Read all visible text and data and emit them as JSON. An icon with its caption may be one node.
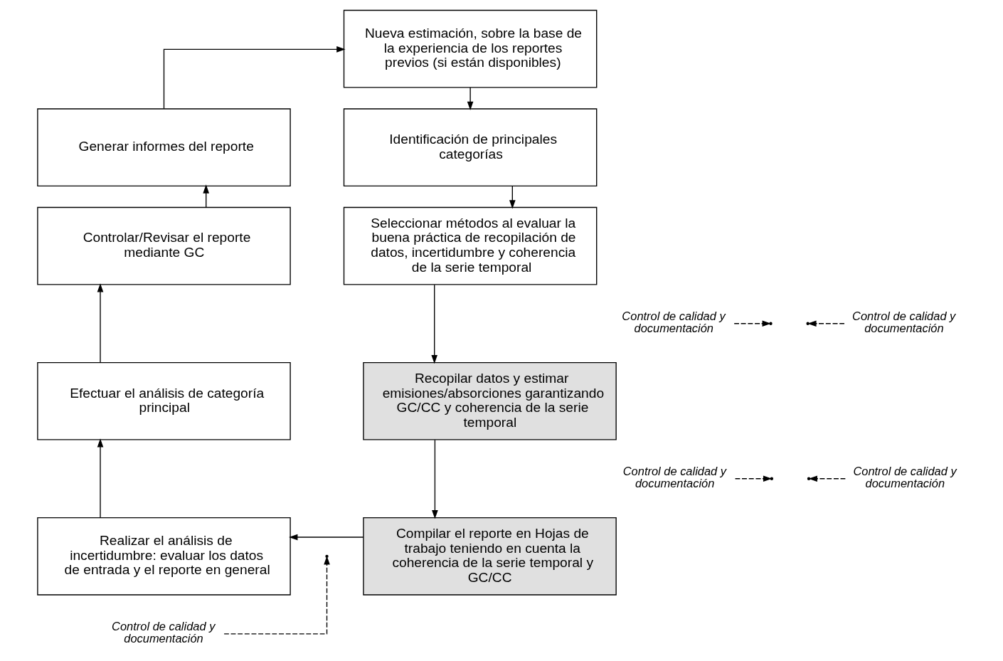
{
  "diagram": {
    "nodes": [
      {
        "text": [
          "Nueva estimación, sobre la base de la experiencia de los reportes previos (si están disponibles)"
        ]
      },
      {
        "text": [
          "Generar informes del reporte"
        ]
      },
      {
        "text": [
          "Identificación de principales categorías"
        ]
      },
      {
        "text": [
          "Controlar/Revisar el reporte mediante GC"
        ]
      },
      {
        "text": [
          "Seleccionar métodos al evaluar la buena práctica de recopilación de datos, incertidumbre y coherencia de la serie temporal"
        ]
      },
      {
        "text": [
          "Efectuar el análisis de categoría principal"
        ]
      },
      {
        "text": [
          "Recopilar datos y estimar emisiones/absorciones garantizando GC/CC y coherencia de la serie temporal"
        ]
      },
      {
        "text": [
          "Realizar el análisis de incertidumbre: evaluar los datos de entrada y el reporte en general"
        ]
      },
      {
        "text": [
          "Compilar el reporte en Hojas de trabajo teniendo en cuenta la coherencia de la serie temporal y GC/CC"
        ]
      },
      {
        "text": [
          "Control de calidad y documentación"
        ]
      },
      {
        "text": [
          "Control de calidad y documentación"
        ]
      },
      {
        "text": [
          "Control de calidad y documentación"
        ]
      },
      {
        "text": [
          "Control de calidad y documentación"
        ]
      },
      {
        "text": [
          "Control de calidad y documentación"
        ]
      }
    ],
    "edges": [
      {
        "from": 1,
        "to": 0,
        "arrow": "to"
      },
      {
        "from": 0,
        "to": 2,
        "arrow": "to"
      },
      {
        "from": 2,
        "to": 4,
        "arrow": "to"
      },
      {
        "from": 4,
        "to": 6,
        "arrow": "to"
      },
      {
        "from": 6,
        "to": 8,
        "arrow": "to"
      },
      {
        "from": 8,
        "to": 7,
        "arrow": "to"
      },
      {
        "from": 7,
        "to": 5,
        "arrow": "to"
      },
      {
        "from": 5,
        "to": 3,
        "arrow": "to"
      },
      {
        "from": 3,
        "to": 1,
        "arrow": "to"
      },
      {
        "from": 9,
        "to": null,
        "arrow": "to",
        "style": "dashed"
      },
      {
        "from": 10,
        "to": null,
        "arrow": "to",
        "style": "dashed"
      },
      {
        "from": 11,
        "to": null,
        "arrow": "to",
        "style": "dashed"
      },
      {
        "from": 12,
        "to": null,
        "arrow": "to",
        "style": "dashed"
      },
      {
        "from": 13,
        "to": null,
        "arrow": "to",
        "style": "dashed"
      }
    ]
  }
}
